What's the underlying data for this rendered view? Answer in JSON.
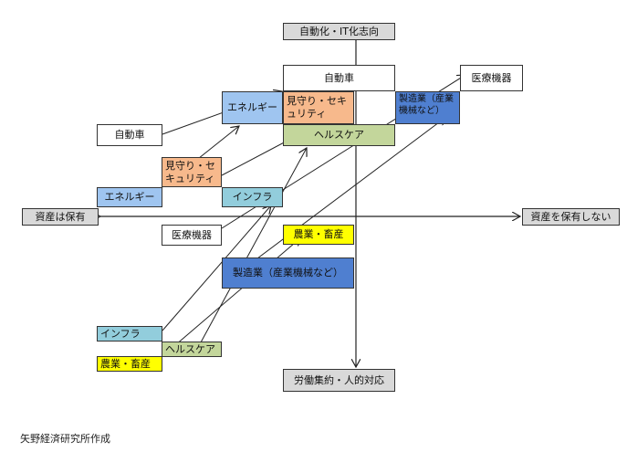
{
  "axes": {
    "top": "自動化・IT化志向",
    "bottom": "労働集約・人的対応",
    "left": "資産は保有",
    "right": "資産を保有しない"
  },
  "current": {
    "automobile": "自動車",
    "security": "見守り・セキュリティ",
    "energy": "エネルギー",
    "infra": "インフラ",
    "medical": "医療機器",
    "agri": "農業・畜産",
    "health": "ヘルスケア"
  },
  "future": {
    "automobile": "自動車",
    "energy": "エネルギー",
    "security": "見守り・セキュリティ",
    "health": "ヘルスケア",
    "manufacturing": "製造業（産業機械など）",
    "medical": "医療機器",
    "infra": "インフラ",
    "agri": "農業・畜産",
    "manufacturing2": "製造業（産業機械など）"
  },
  "source": "矢野経済研究所作成"
}
